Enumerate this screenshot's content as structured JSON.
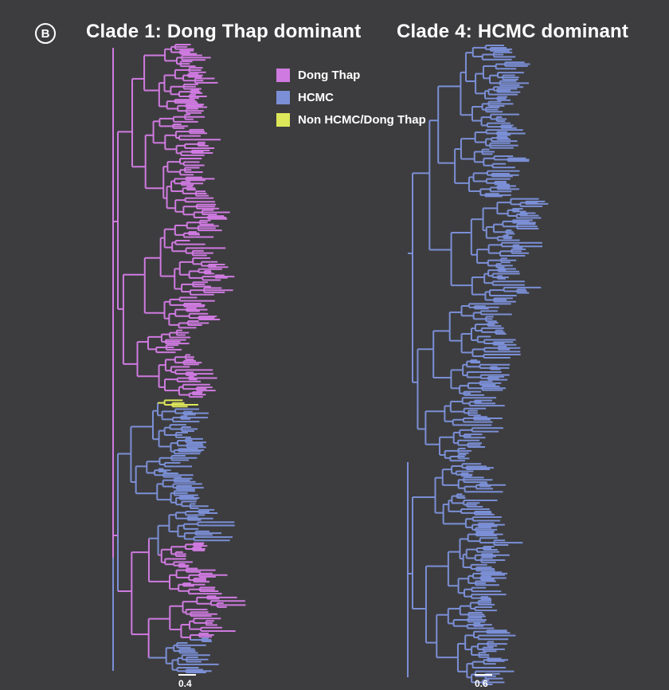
{
  "panel_label": "B",
  "titles": {
    "left": "Clade 1: Dong Thap dominant",
    "right": "Clade 4: HCMC dominant"
  },
  "legend": [
    {
      "label": "Dong Thap",
      "color": "#cf7ae0"
    },
    {
      "label": "HCMC",
      "color": "#7b8fd6"
    },
    {
      "label": "Non HCMC/Dong Thap",
      "color": "#dde75a"
    }
  ],
  "scale_bars": {
    "left": "0.4",
    "right": "0.6"
  },
  "colors": {
    "background": "#3d3d3f",
    "text": "#ffffff"
  }
}
